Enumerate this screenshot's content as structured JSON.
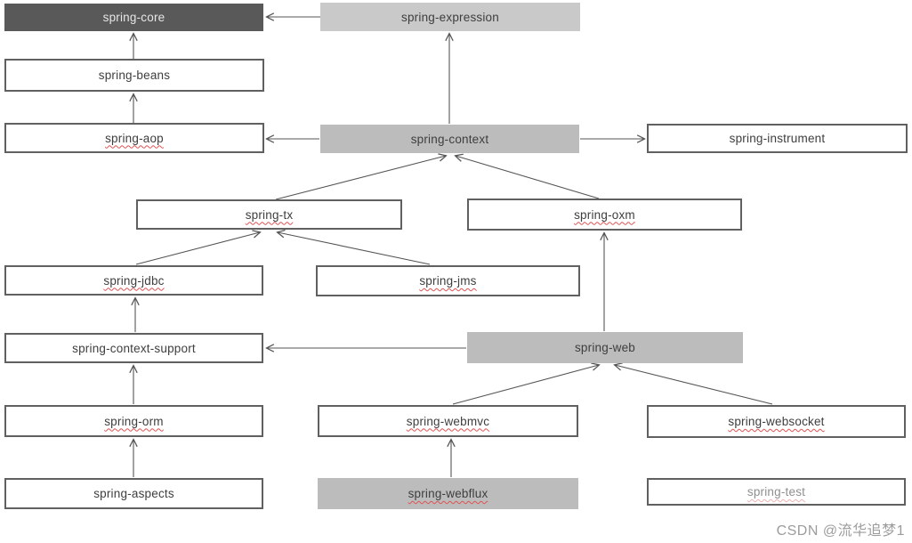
{
  "diagram": {
    "kind": "spring-framework-module-dependency-diagram",
    "nodes": [
      {
        "id": "spring-core",
        "label": "spring-core",
        "variant": "dark",
        "spellcheck_underline": false
      },
      {
        "id": "spring-expression",
        "label": "spring-expression",
        "variant": "lightgray",
        "spellcheck_underline": false
      },
      {
        "id": "spring-beans",
        "label": "spring-beans",
        "variant": "white",
        "spellcheck_underline": false
      },
      {
        "id": "spring-aop",
        "label": "spring-aop",
        "variant": "white",
        "spellcheck_underline": true
      },
      {
        "id": "spring-context",
        "label": "spring-context",
        "variant": "gray",
        "spellcheck_underline": false
      },
      {
        "id": "spring-instrument",
        "label": "spring-instrument",
        "variant": "white",
        "spellcheck_underline": false
      },
      {
        "id": "spring-tx",
        "label": "spring-tx",
        "variant": "white",
        "spellcheck_underline": true
      },
      {
        "id": "spring-oxm",
        "label": "spring-oxm",
        "variant": "white",
        "spellcheck_underline": true
      },
      {
        "id": "spring-jdbc",
        "label": "spring-jdbc",
        "variant": "white",
        "spellcheck_underline": true
      },
      {
        "id": "spring-jms",
        "label": "spring-jms",
        "variant": "white",
        "spellcheck_underline": true
      },
      {
        "id": "spring-context-support",
        "label": "spring-context-support",
        "variant": "white",
        "spellcheck_underline": false
      },
      {
        "id": "spring-web",
        "label": "spring-web",
        "variant": "gray",
        "spellcheck_underline": false
      },
      {
        "id": "spring-orm",
        "label": "spring-orm",
        "variant": "white",
        "spellcheck_underline": true
      },
      {
        "id": "spring-webmvc",
        "label": "spring-webmvc",
        "variant": "white",
        "spellcheck_underline": true
      },
      {
        "id": "spring-websocket",
        "label": "spring-websocket",
        "variant": "white",
        "spellcheck_underline": true
      },
      {
        "id": "spring-aspects",
        "label": "spring-aspects",
        "variant": "white",
        "spellcheck_underline": false
      },
      {
        "id": "spring-webflux",
        "label": "spring-webflux",
        "variant": "gray",
        "spellcheck_underline": true
      },
      {
        "id": "spring-test",
        "label": "spring-test",
        "variant": "white",
        "spellcheck_underline": true,
        "faded": true
      }
    ],
    "edges": [
      {
        "from": "spring-expression",
        "to": "spring-core"
      },
      {
        "from": "spring-beans",
        "to": "spring-core"
      },
      {
        "from": "spring-aop",
        "to": "spring-beans"
      },
      {
        "from": "spring-context",
        "to": "spring-aop"
      },
      {
        "from": "spring-context",
        "to": "spring-expression"
      },
      {
        "from": "spring-context",
        "to": "spring-instrument"
      },
      {
        "from": "spring-tx",
        "to": "spring-context"
      },
      {
        "from": "spring-oxm",
        "to": "spring-context"
      },
      {
        "from": "spring-jdbc",
        "to": "spring-tx"
      },
      {
        "from": "spring-jms",
        "to": "spring-tx"
      },
      {
        "from": "spring-context-support",
        "to": "spring-jdbc"
      },
      {
        "from": "spring-web",
        "to": "spring-context-support"
      },
      {
        "from": "spring-web",
        "to": "spring-oxm"
      },
      {
        "from": "spring-webmvc",
        "to": "spring-web"
      },
      {
        "from": "spring-websocket",
        "to": "spring-web"
      },
      {
        "from": "spring-webflux",
        "to": "spring-webmvc"
      },
      {
        "from": "spring-orm",
        "to": "spring-context-support"
      },
      {
        "from": "spring-aspects",
        "to": "spring-orm"
      }
    ]
  },
  "watermark": {
    "text": "CSDN @流华追梦1"
  },
  "colors": {
    "box_dark": "#595959",
    "box_gray": "#bcbcbc",
    "box_lightgray": "#c9c9c9",
    "box_border": "#606060",
    "arrow_line": "#555555",
    "label_text": "#3e3e3e",
    "label_text_on_dark": "#e6e6e6",
    "spellcheck_squiggle": "#e05252",
    "watermark_text": "#9c9c9c"
  }
}
